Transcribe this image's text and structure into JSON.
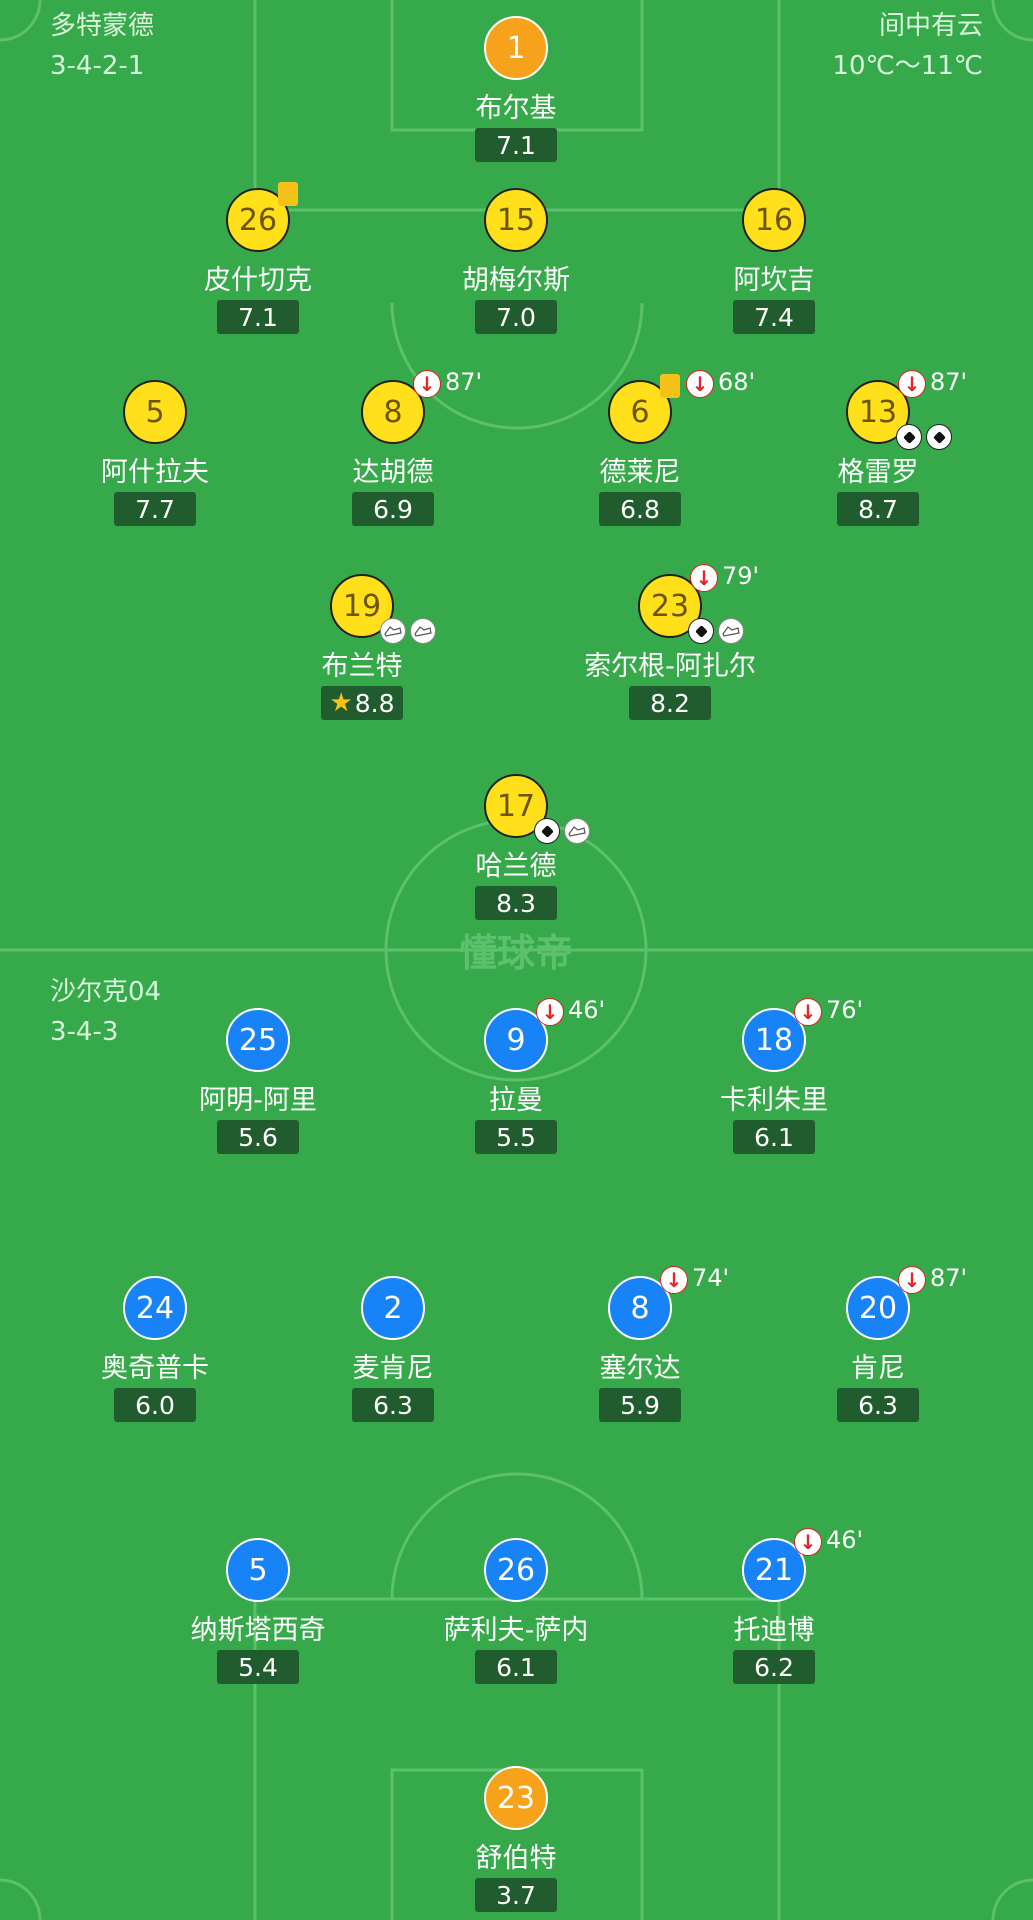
{
  "home": {
    "name": "多特蒙德",
    "formation": "3-4-2-1",
    "players": [
      {
        "number": "1",
        "name": "布尔基",
        "rating": "7.1",
        "gk": true
      },
      {
        "number": "26",
        "name": "皮什切克",
        "rating": "7.1",
        "yellow": true
      },
      {
        "number": "15",
        "name": "胡梅尔斯",
        "rating": "7.0"
      },
      {
        "number": "16",
        "name": "阿坎吉",
        "rating": "7.4"
      },
      {
        "number": "5",
        "name": "阿什拉夫",
        "rating": "7.7"
      },
      {
        "number": "8",
        "name": "达胡德",
        "rating": "6.9",
        "sub": "87'"
      },
      {
        "number": "6",
        "name": "德莱尼",
        "rating": "6.8",
        "yellow": true,
        "sub": "68'"
      },
      {
        "number": "13",
        "name": "格雷罗",
        "rating": "8.7",
        "sub": "87'",
        "goals": 2
      },
      {
        "number": "19",
        "name": "布兰特",
        "rating": "8.8",
        "assists": 2,
        "mvp": true
      },
      {
        "number": "23",
        "name": "索尔根-阿扎尔",
        "rating": "8.2",
        "sub": "79'",
        "goals": 1,
        "assists": 1
      },
      {
        "number": "17",
        "name": "哈兰德",
        "rating": "8.3",
        "goals": 1,
        "assists": 1
      }
    ]
  },
  "weather": {
    "desc": "间中有云",
    "temp": "10℃～11℃"
  },
  "away": {
    "name": "沙尔克04",
    "formation": "3-4-3",
    "players": [
      {
        "number": "25",
        "name": "阿明-阿里",
        "rating": "5.6"
      },
      {
        "number": "9",
        "name": "拉曼",
        "rating": "5.5",
        "sub": "46'"
      },
      {
        "number": "18",
        "name": "卡利朱里",
        "rating": "6.1",
        "sub": "76'"
      },
      {
        "number": "24",
        "name": "奥奇普卡",
        "rating": "6.0"
      },
      {
        "number": "2",
        "name": "麦肯尼",
        "rating": "6.3"
      },
      {
        "number": "8",
        "name": "塞尔达",
        "rating": "5.9",
        "sub": "74'"
      },
      {
        "number": "20",
        "name": "肯尼",
        "rating": "6.3",
        "sub": "87'"
      },
      {
        "number": "5",
        "name": "纳斯塔西奇",
        "rating": "5.4"
      },
      {
        "number": "26",
        "name": "萨利夫-萨内",
        "rating": "6.1"
      },
      {
        "number": "21",
        "name": "托迪博",
        "rating": "6.2",
        "sub": "46'"
      },
      {
        "number": "23",
        "name": "舒伯特",
        "rating": "3.7",
        "gk": true
      }
    ]
  },
  "watermark": "懂球帝",
  "colors": {
    "pitch": "#36a94a",
    "home": "#ffe01a",
    "away": "#1783f7",
    "keeper": "#f7a21b",
    "rating_bg": "#205c2e"
  }
}
